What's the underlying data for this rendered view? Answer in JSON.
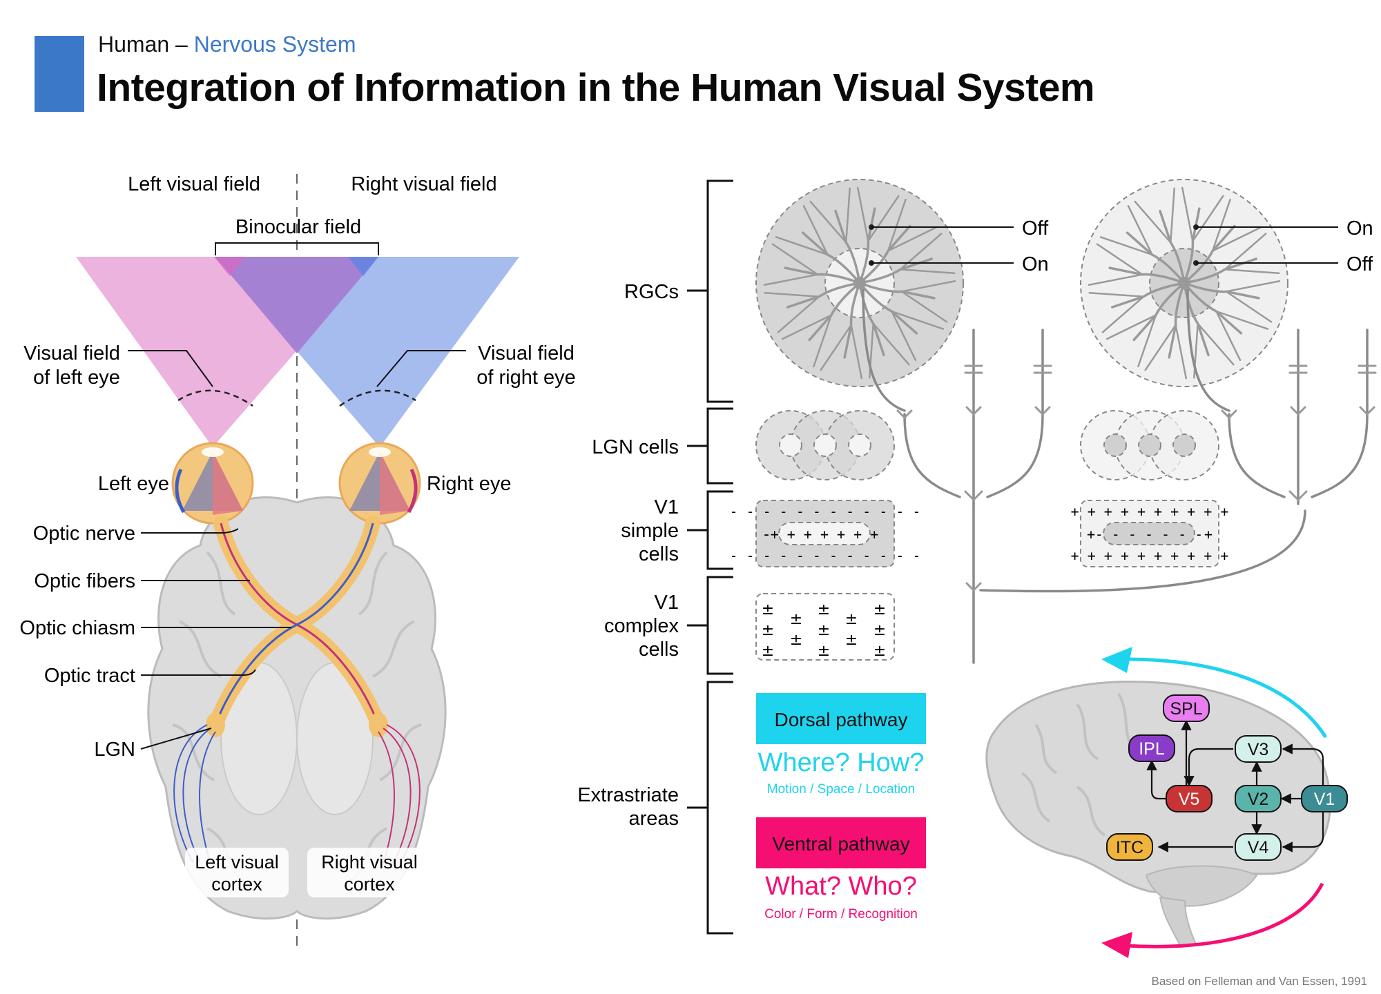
{
  "header": {
    "category": "Human –",
    "subcategory": "Nervous System",
    "title": "Integration of Information in the Human Visual System",
    "accent_color": "#3c78c8"
  },
  "left_panel": {
    "left_visual_field": "Left visual field",
    "right_visual_field": "Right visual field",
    "binocular_field": "Binocular field",
    "visual_field_left_eye": [
      "Visual field",
      "of left eye"
    ],
    "visual_field_right_eye": [
      "Visual field",
      "of right eye"
    ],
    "left_eye": "Left eye",
    "right_eye": "Right eye",
    "optic_nerve": "Optic nerve",
    "optic_fibers": "Optic fibers",
    "optic_chiasm": "Optic chiasm",
    "optic_tract": "Optic tract",
    "lgn": "LGN",
    "left_cortex": [
      "Left visual",
      "cortex"
    ],
    "right_cortex": [
      "Right visual",
      "cortex"
    ],
    "colors": {
      "left_field": "#e8a6d8",
      "right_field": "#96b0ec",
      "overlap": "#a57cd2"
    }
  },
  "levels": {
    "rgcs": "RGCs",
    "lgn_cells": "LGN cells",
    "v1_simple": [
      "V1",
      "simple",
      "cells"
    ],
    "v1_complex": [
      "V1",
      "complex",
      "cells"
    ],
    "extrastriate": [
      "Extrastriate",
      "areas"
    ]
  },
  "rgc_cells": {
    "off_center": {
      "surround": "Off",
      "center": "On"
    },
    "on_center": {
      "surround": "On",
      "center": "Off"
    }
  },
  "receptive_fields": {
    "simple_left": {
      "top": "- - - - - - - - - - - -",
      "middle_minus": "-",
      "middle_plus": "+ + + + + + +",
      "bottom": "- - - - - - - - - - - -"
    },
    "simple_right": {
      "top": "+ + + + + + + + + +",
      "middle_plus": "+",
      "middle_minus": "- - - - - - -",
      "bottom": "+ + + + + + + + + +"
    },
    "complex_symbol": "±"
  },
  "pathways": {
    "dorsal": {
      "label": "Dorsal pathway",
      "question": "Where? How?",
      "detail": "Motion / Space / Location",
      "color": "#1ed3ee"
    },
    "ventral": {
      "label": "Ventral pathway",
      "question": "What? Who?",
      "detail": "Color / Form / Recognition",
      "color": "#f50f73"
    }
  },
  "brain_areas": {
    "spl": {
      "label": "SPL",
      "color": "#e87ef0"
    },
    "ipl": {
      "label": "IPL",
      "color": "#8a3cc8"
    },
    "v5": {
      "label": "V5",
      "color": "#c83434"
    },
    "v3": {
      "label": "V3",
      "color": "#d4f0ea"
    },
    "v2": {
      "label": "V2",
      "color": "#5ab4aa"
    },
    "v1": {
      "label": "V1",
      "color": "#3c8c96"
    },
    "v4": {
      "label": "V4",
      "color": "#d4f0ea"
    },
    "itc": {
      "label": "ITC",
      "color": "#f0b43c"
    }
  },
  "credit": "Based on Felleman and Van Essen, 1991"
}
